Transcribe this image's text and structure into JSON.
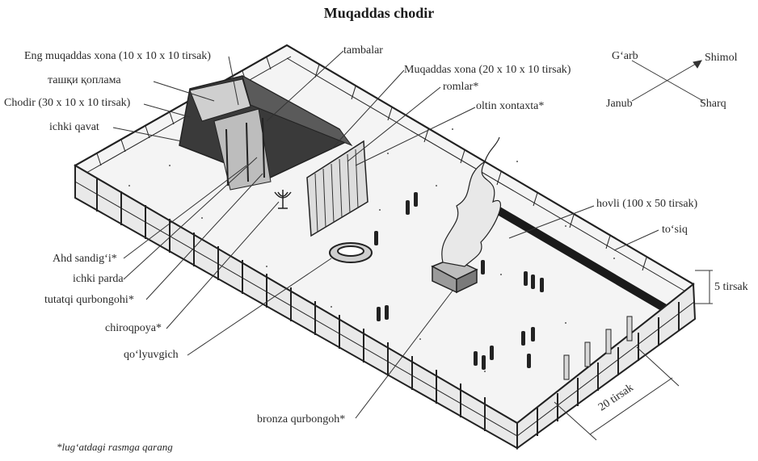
{
  "title": "Muqaddas chodir",
  "footnote": "*lug‘atdagi rasmga qarang",
  "labels": {
    "eng_muqaddas": "Eng muqaddas xona (10 x 10 x 10 tirsak)",
    "tashqi_qoplama": "ташқи қоплама",
    "chodir": "Chodir (30 x 10 x 10 tirsak)",
    "ichki_qavat": "ichki qavat",
    "tambalar": "tambalar",
    "muqaddas_xona": "Muqaddas xona (20 x 10 x 10 tirsak)",
    "romlar": "romlar*",
    "oltin_xontaxta": "oltin xontaxta*",
    "hovli": "hovli (100 x 50 tirsak)",
    "tosiq": "to‘siq",
    "ahd_sandigi": "Ahd sandig‘i*",
    "ichki_parda": "ichki parda",
    "tutatqi": "tutatqi qurbongohi*",
    "chiroqpoya": "chiroqpoya*",
    "qolyuvgich": "qo‘lyuvgich",
    "bronza": "bronza qurbongoh*",
    "height_5": "5 tirsak",
    "width_20": "20 tirsak"
  },
  "compass": {
    "garb": "G‘arb",
    "shimol": "Shimol",
    "janub": "Janub",
    "sharq": "Sharq"
  },
  "colors": {
    "ink": "#222222",
    "ground": "#f6f6f6"
  }
}
